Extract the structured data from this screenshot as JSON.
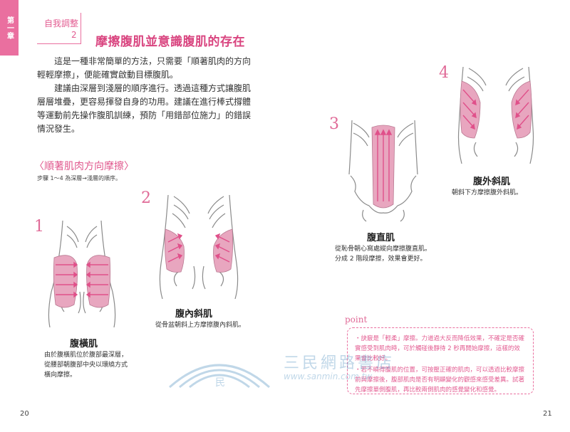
{
  "header": {
    "chapter_tab": "第一章",
    "section_label": "自我調整",
    "section_number": "2",
    "title": "摩擦腹肌並意識腹肌的存在"
  },
  "intro": {
    "paragraph1": "這是一種非常簡單的方法，只需要「順著肌肉的方向輕輕摩擦」，便能確實啟動目標腹肌。",
    "paragraph2": "建議由深層到淺層的順序進行。透過這種方式讓腹肌層層堆疊，更容易揮發自身的功用。建議在進行棒式撐體等運動前先操作腹肌訓練，預防「用錯部位施力」的錯誤情況發生。"
  },
  "subsection": {
    "title": "〈順著肌肉方向摩擦〉",
    "note": "步驟 1～4 為深層→淺層的順序。"
  },
  "steps": [
    {
      "number": "1",
      "title": "腹橫肌",
      "desc_line1": "由於腹橫肌位於腹部最深層，",
      "desc_line2": "從腰部朝腹部中央以環繞方式",
      "desc_line3": "橫向摩擦。"
    },
    {
      "number": "2",
      "title": "腹內斜肌",
      "desc_line1": "從骨盆朝斜上方摩擦腹內斜肌。"
    },
    {
      "number": "3",
      "title": "腹直肌",
      "desc_line1": "從恥骨朝心窩處縱向摩擦腹直肌。",
      "desc_line2": "分成 2 階段摩擦，效果會更好。"
    },
    {
      "number": "4",
      "title": "腹外斜肌",
      "desc_line1": "朝斜下方摩擦腹外斜肌。"
    }
  ],
  "point": {
    "label": "point",
    "item1": "・訣竅是「輕柔」摩擦。力道過大反而降低效果，不確定是否確實感受到肌肉時，可於觸碰後靜待 2 秒再開始摩擦，這樣的效果會比較好。",
    "item2": "・若不曉得腹肌的位置，可按壓正確的肌肉，可以透過比較摩擦前與摩擦後，腹部肌肉是否有明顯變化的觀感來感受差異。試著先摩擦單側腹肌，再比較兩側肌肉的感覺變化和感覺。"
  },
  "watermark": {
    "text": "三民網路書店",
    "url": "www.sanmin.com.tw",
    "mark_char": "民"
  },
  "page_numbers": {
    "left": "20",
    "right": "21"
  },
  "colors": {
    "accent": "#ea6f9f",
    "muscle": "#e8a6bf",
    "arrow": "#e0508a",
    "line": "#8a8a8a"
  }
}
